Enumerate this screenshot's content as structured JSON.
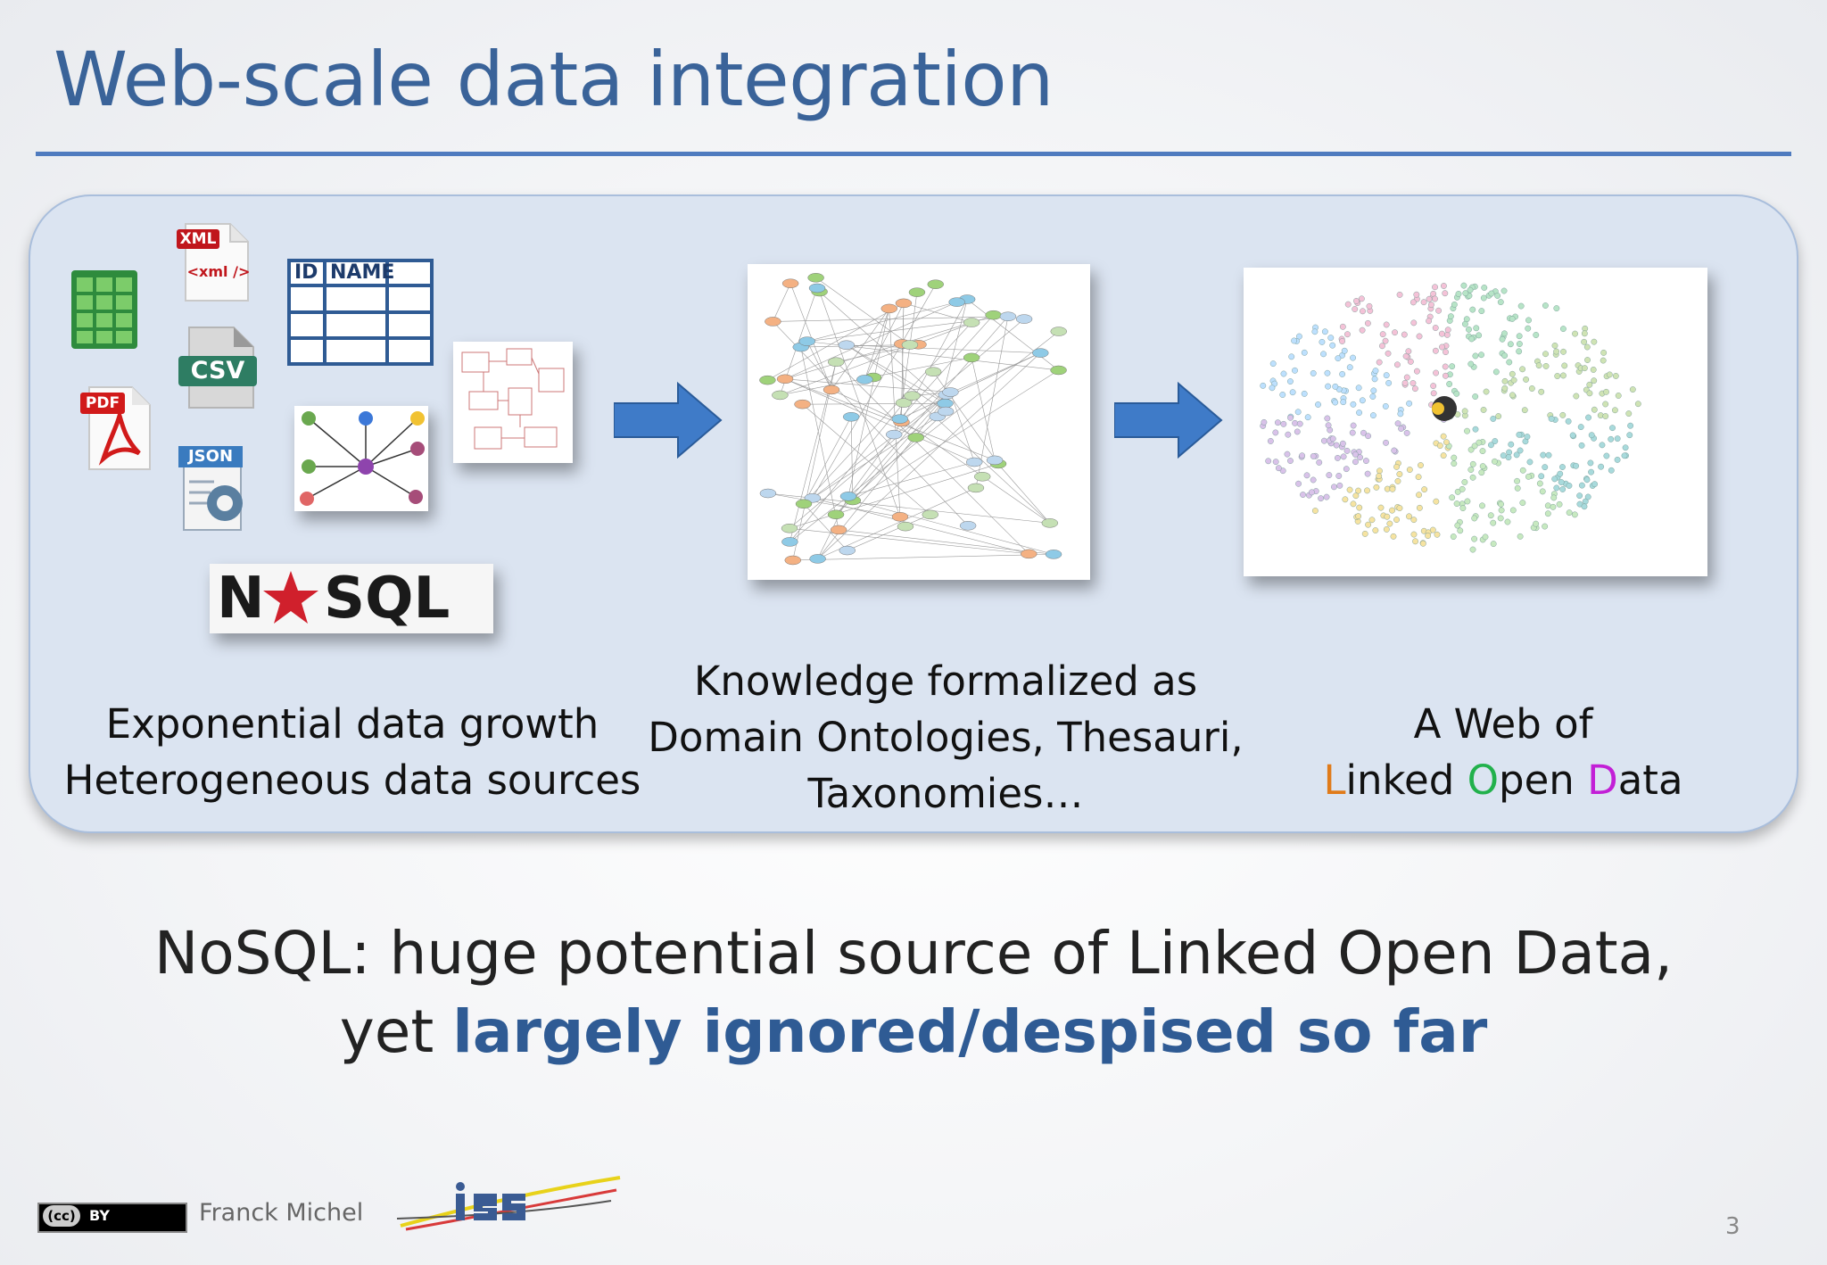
{
  "slide": {
    "title": "Web-scale data integration",
    "icons": {
      "xml_badge": "XML",
      "xml_tag": "<xml />",
      "csv_badge": "CSV",
      "pdf_badge": "PDF",
      "json_badge": "JSON",
      "table_header": [
        "ID",
        "NAME"
      ],
      "nosql_left": "N",
      "nosql_right": "SQL"
    },
    "captions": {
      "left": [
        "Exponential data growth",
        "Heterogeneous data sources"
      ],
      "middle": [
        "Knowledge formalized as",
        "Domain Ontologies, Thesauri,",
        "Taxonomies…"
      ],
      "right_line1": "A Web of",
      "right_line2": {
        "L": "L",
        "inked": "inked ",
        "O": "O",
        "pen": "pen ",
        "D": "D",
        "ata": "ata"
      }
    },
    "lod_colors": {
      "L": "#e07b1a",
      "O": "#22b14c",
      "D": "#c21fd6"
    },
    "statement": {
      "line1": "NoSQL: huge potential source of Linked Open Data,",
      "line2_plain": "yet ",
      "line2_bold": "largely ignored/despised so far"
    },
    "footer": {
      "license_badge": "BY",
      "author": "Franck Michel",
      "page_number": "3"
    }
  }
}
